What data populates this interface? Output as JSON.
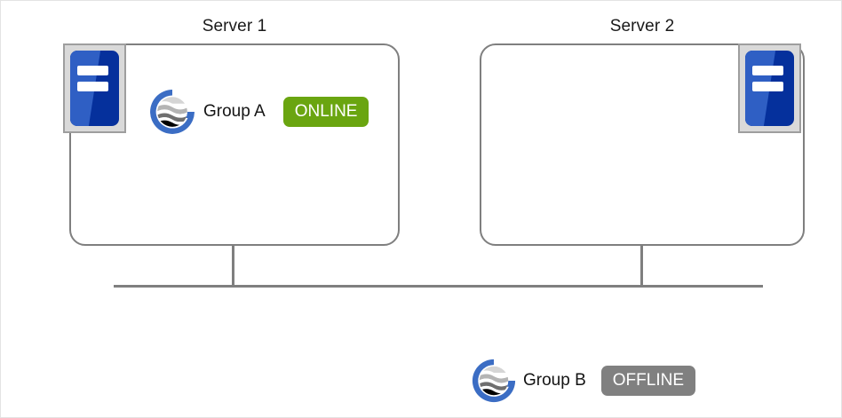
{
  "diagram": {
    "title_server_1": "Server 1",
    "title_server_2": "Server 2",
    "colors": {
      "panel_border": "#7f7f7f",
      "bus_line": "#7f7f7f",
      "online_badge": "#6aa510",
      "offline_badge": "#808080",
      "server_icon_blue_light": "#2f5fc4",
      "server_icon_blue_dark": "#05309c",
      "server_icon_frame": "#9e9e9e",
      "server_icon_frame_fill": "#d9d9d9",
      "logo_ring": "#3b6dc4",
      "text": "#141414",
      "canvas_border": "#e3e3e3"
    },
    "icons": {
      "server_1": "server-icon",
      "server_2": "server-icon",
      "group_a_logo": "cluster-group-logo-icon",
      "group_b_logo": "cluster-group-logo-icon"
    }
  },
  "servers": [
    {
      "name": "Server 1",
      "icon": "server-icon",
      "icon_position": "top-left",
      "groups": [
        {
          "label": "Group A",
          "status": "ONLINE",
          "status_color": "#6aa510"
        }
      ]
    },
    {
      "name": "Server 2",
      "icon": "server-icon",
      "icon_position": "top-right",
      "groups": []
    }
  ],
  "unassigned_group": {
    "label": "Group B",
    "status": "OFFLINE",
    "status_color": "#808080"
  }
}
